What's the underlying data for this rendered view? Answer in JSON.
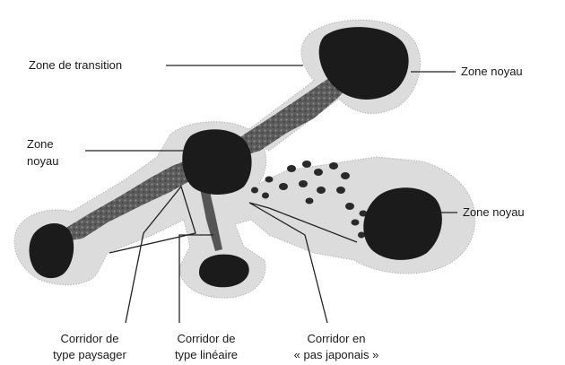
{
  "labels": {
    "transition": "Zone de transition",
    "core_top_right": "Zone noyau",
    "core_center_line1": "Zone",
    "core_center_line2": "noyau",
    "core_right": "Zone noyau",
    "corridor_landscape_line1": "Corridor de",
    "corridor_landscape_line2": "type paysager",
    "corridor_linear_line1": "Corridor de",
    "corridor_linear_line2": "type linéaire",
    "corridor_stepping_line1": "Corridor en",
    "corridor_stepping_line2": "« pas japonais »"
  },
  "colors": {
    "core": "#1b1b1b",
    "transition_halo": "#dcdcdc",
    "corridor": "#6a6a6a",
    "background": "#ffffff"
  }
}
